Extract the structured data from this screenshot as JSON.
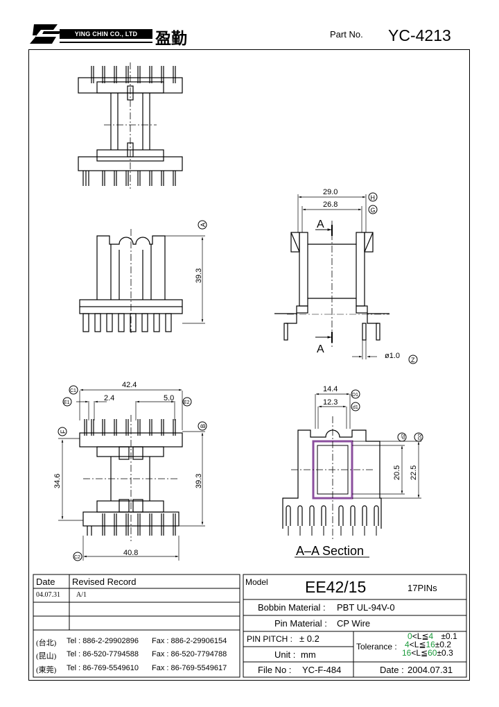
{
  "header": {
    "company_en": "YING CHIN CO., LTD",
    "company_cn": "盈勤",
    "part_no_label": "Part  No.",
    "part_no_value": "YC-4213"
  },
  "dimensions": {
    "top_view_height": "39.3",
    "h_29": "29.0",
    "h_26": "26.8",
    "pin_dia": "ø1.0",
    "w_42": "42.4",
    "w_24": "2.4",
    "w_50": "5.0",
    "v_346": "34.6",
    "v_393": "39.3",
    "w_408": "40.8",
    "w_144": "14.4",
    "w_123": "12.3",
    "v_205": "20.5",
    "v_225": "22.5"
  },
  "callouts": {
    "A": "A",
    "H": "H",
    "G": "G",
    "Z": "Z",
    "C1": "C1",
    "E1": "E1",
    "E2": "E2",
    "B": "B",
    "F": "F",
    "C2": "C2",
    "D1": "D1",
    "d1": "d1",
    "d2": "d2",
    "D2": "D2"
  },
  "section": {
    "arrow_label_top": "A",
    "arrow_label_bottom": "A",
    "title": "A–A Section"
  },
  "revision": {
    "date_header": "Date",
    "record_header": "Revised Record",
    "rows": [
      {
        "date": "04.07.31",
        "record": "A/1"
      },
      {
        "date": "",
        "record": ""
      },
      {
        "date": "",
        "record": ""
      }
    ]
  },
  "contacts": [
    {
      "city": "(台北)",
      "tel": "Tel : 886-2-29902896",
      "fax": "Fax : 886-2-29906154"
    },
    {
      "city": "(昆山)",
      "tel": "Tel : 86-520-7794588",
      "fax": "Fax : 86-520-7794788"
    },
    {
      "city": "(東莞)",
      "tel": "Tel : 86-769-5549610",
      "fax": "Fax : 86-769-5549617"
    }
  ],
  "model": {
    "label": "Model",
    "value": "EE42/15",
    "pins": "17PINs",
    "bobbin_label": "Bobbin  Material :",
    "bobbin_value": "PBT UL-94V-0",
    "pin_label": "Pin  Material :",
    "pin_value": "CP Wire",
    "pitch_label": "PIN  PITCH :",
    "pitch_value": "± 0.2",
    "unit_label": "Unit :",
    "unit_value": "mm",
    "tolerance_label": "Tolerance :",
    "tolerance_rows": [
      {
        "lo": "0",
        "rel": "<L≦",
        "hi": "4",
        "tol": "±0.1"
      },
      {
        "lo": "4",
        "rel": "<L≦",
        "hi": "16",
        "tol": "±0.2"
      },
      {
        "lo": "16",
        "rel": "<L≦",
        "hi": "60",
        "tol": "±0.3"
      }
    ],
    "file_label": "File  No :",
    "file_value": "YC-F-484",
    "date_label": "Date :",
    "date_value": "2004.07.31"
  },
  "colors": {
    "tolerance_green": "#1a9a3a",
    "section_hatch": "#8b4f9e"
  }
}
